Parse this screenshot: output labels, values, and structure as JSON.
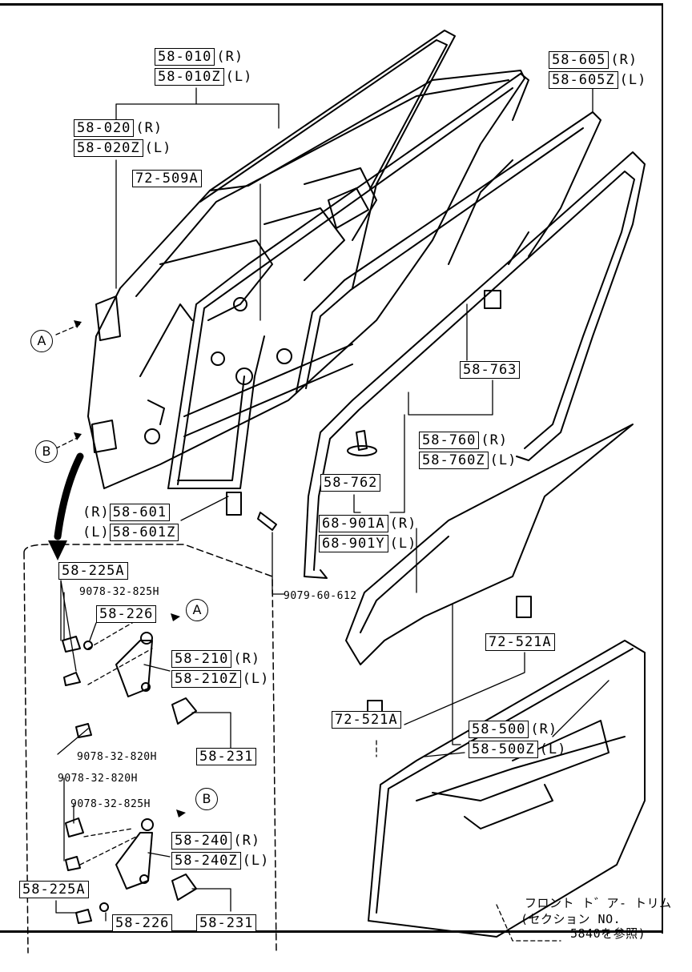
{
  "labels": {
    "p58_010": "58-010",
    "p58_010_side": "(R)",
    "p58_010z": "58-010Z",
    "p58_010z_side": "(L)",
    "p58_020": "58-020",
    "p58_020_side": "(R)",
    "p58_020z": "58-020Z",
    "p58_020z_side": "(L)",
    "p72_509a": "72-509A",
    "p58_605": "58-605",
    "p58_605_side": "(R)",
    "p58_605z": "58-605Z",
    "p58_605z_side": "(L)",
    "p58_763": "58-763",
    "p58_760": "58-760",
    "p58_760_side": "(R)",
    "p58_760z": "58-760Z",
    "p58_760z_side": "(L)",
    "p58_762": "58-762",
    "p58_601_side": "(R)",
    "p58_601": "58-601",
    "p58_601z_side": "(L)",
    "p58_601z": "58-601Z",
    "p68_901a": "68-901A",
    "p68_901a_side": "(R)",
    "p68_901y": "68-901Y",
    "p68_901y_side": "(L)",
    "p9079_60_612": "9079-60-612",
    "p58_225a_top": "58-225A",
    "p9078_32_825h_top": "9078-32-825H",
    "p58_226_top": "58-226",
    "p58_210": "58-210",
    "p58_210_side": "(R)",
    "p58_210z": "58-210Z",
    "p58_210z_side": "(L)",
    "p9078_32_820h_a": "9078-32-820H",
    "p58_231_top": "58-231",
    "p9078_32_820h_b": "9078-32-820H",
    "p9078_32_825h_bottom": "9078-32-825H",
    "p58_240": "58-240",
    "p58_240_side": "(R)",
    "p58_240z": "58-240Z",
    "p58_240z_side": "(L)",
    "p58_225a_bottom": "58-225A",
    "p58_226_bottom": "58-226",
    "p58_231_bottom": "58-231",
    "p72_521a_right": "72-521A",
    "p72_521a_left": "72-521A",
    "p58_500": "58-500",
    "p58_500_side": "(R)",
    "p58_500z": "58-500Z",
    "p58_500z_side": "(L)"
  },
  "callouts": {
    "a_left": "A",
    "b_left": "B",
    "a_detail": "A",
    "b_detail": "B"
  },
  "note": {
    "line1": "フロント ト゛ア- トリム",
    "line2": "(セクション NO.",
    "line3": "5840を参照)"
  }
}
